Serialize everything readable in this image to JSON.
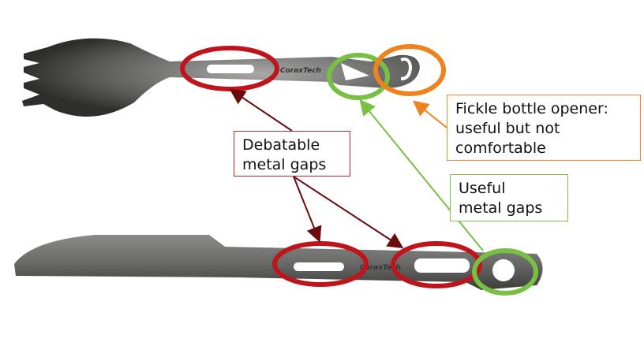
{
  "labels": {
    "debatable": {
      "line1": "Debatable",
      "line2": "metal gaps"
    },
    "fickle": {
      "line1": "Fickle bottle opener:",
      "line2": "useful but not",
      "line3": "comfortable"
    },
    "useful": {
      "line1": "Useful",
      "line2": "metal gaps"
    }
  },
  "brand": "CoraxTech",
  "colors": {
    "debatable": "#c0141c",
    "useful": "#78c043",
    "fickle": "#f0821e",
    "arrow_dark": "#6a0a0a"
  }
}
